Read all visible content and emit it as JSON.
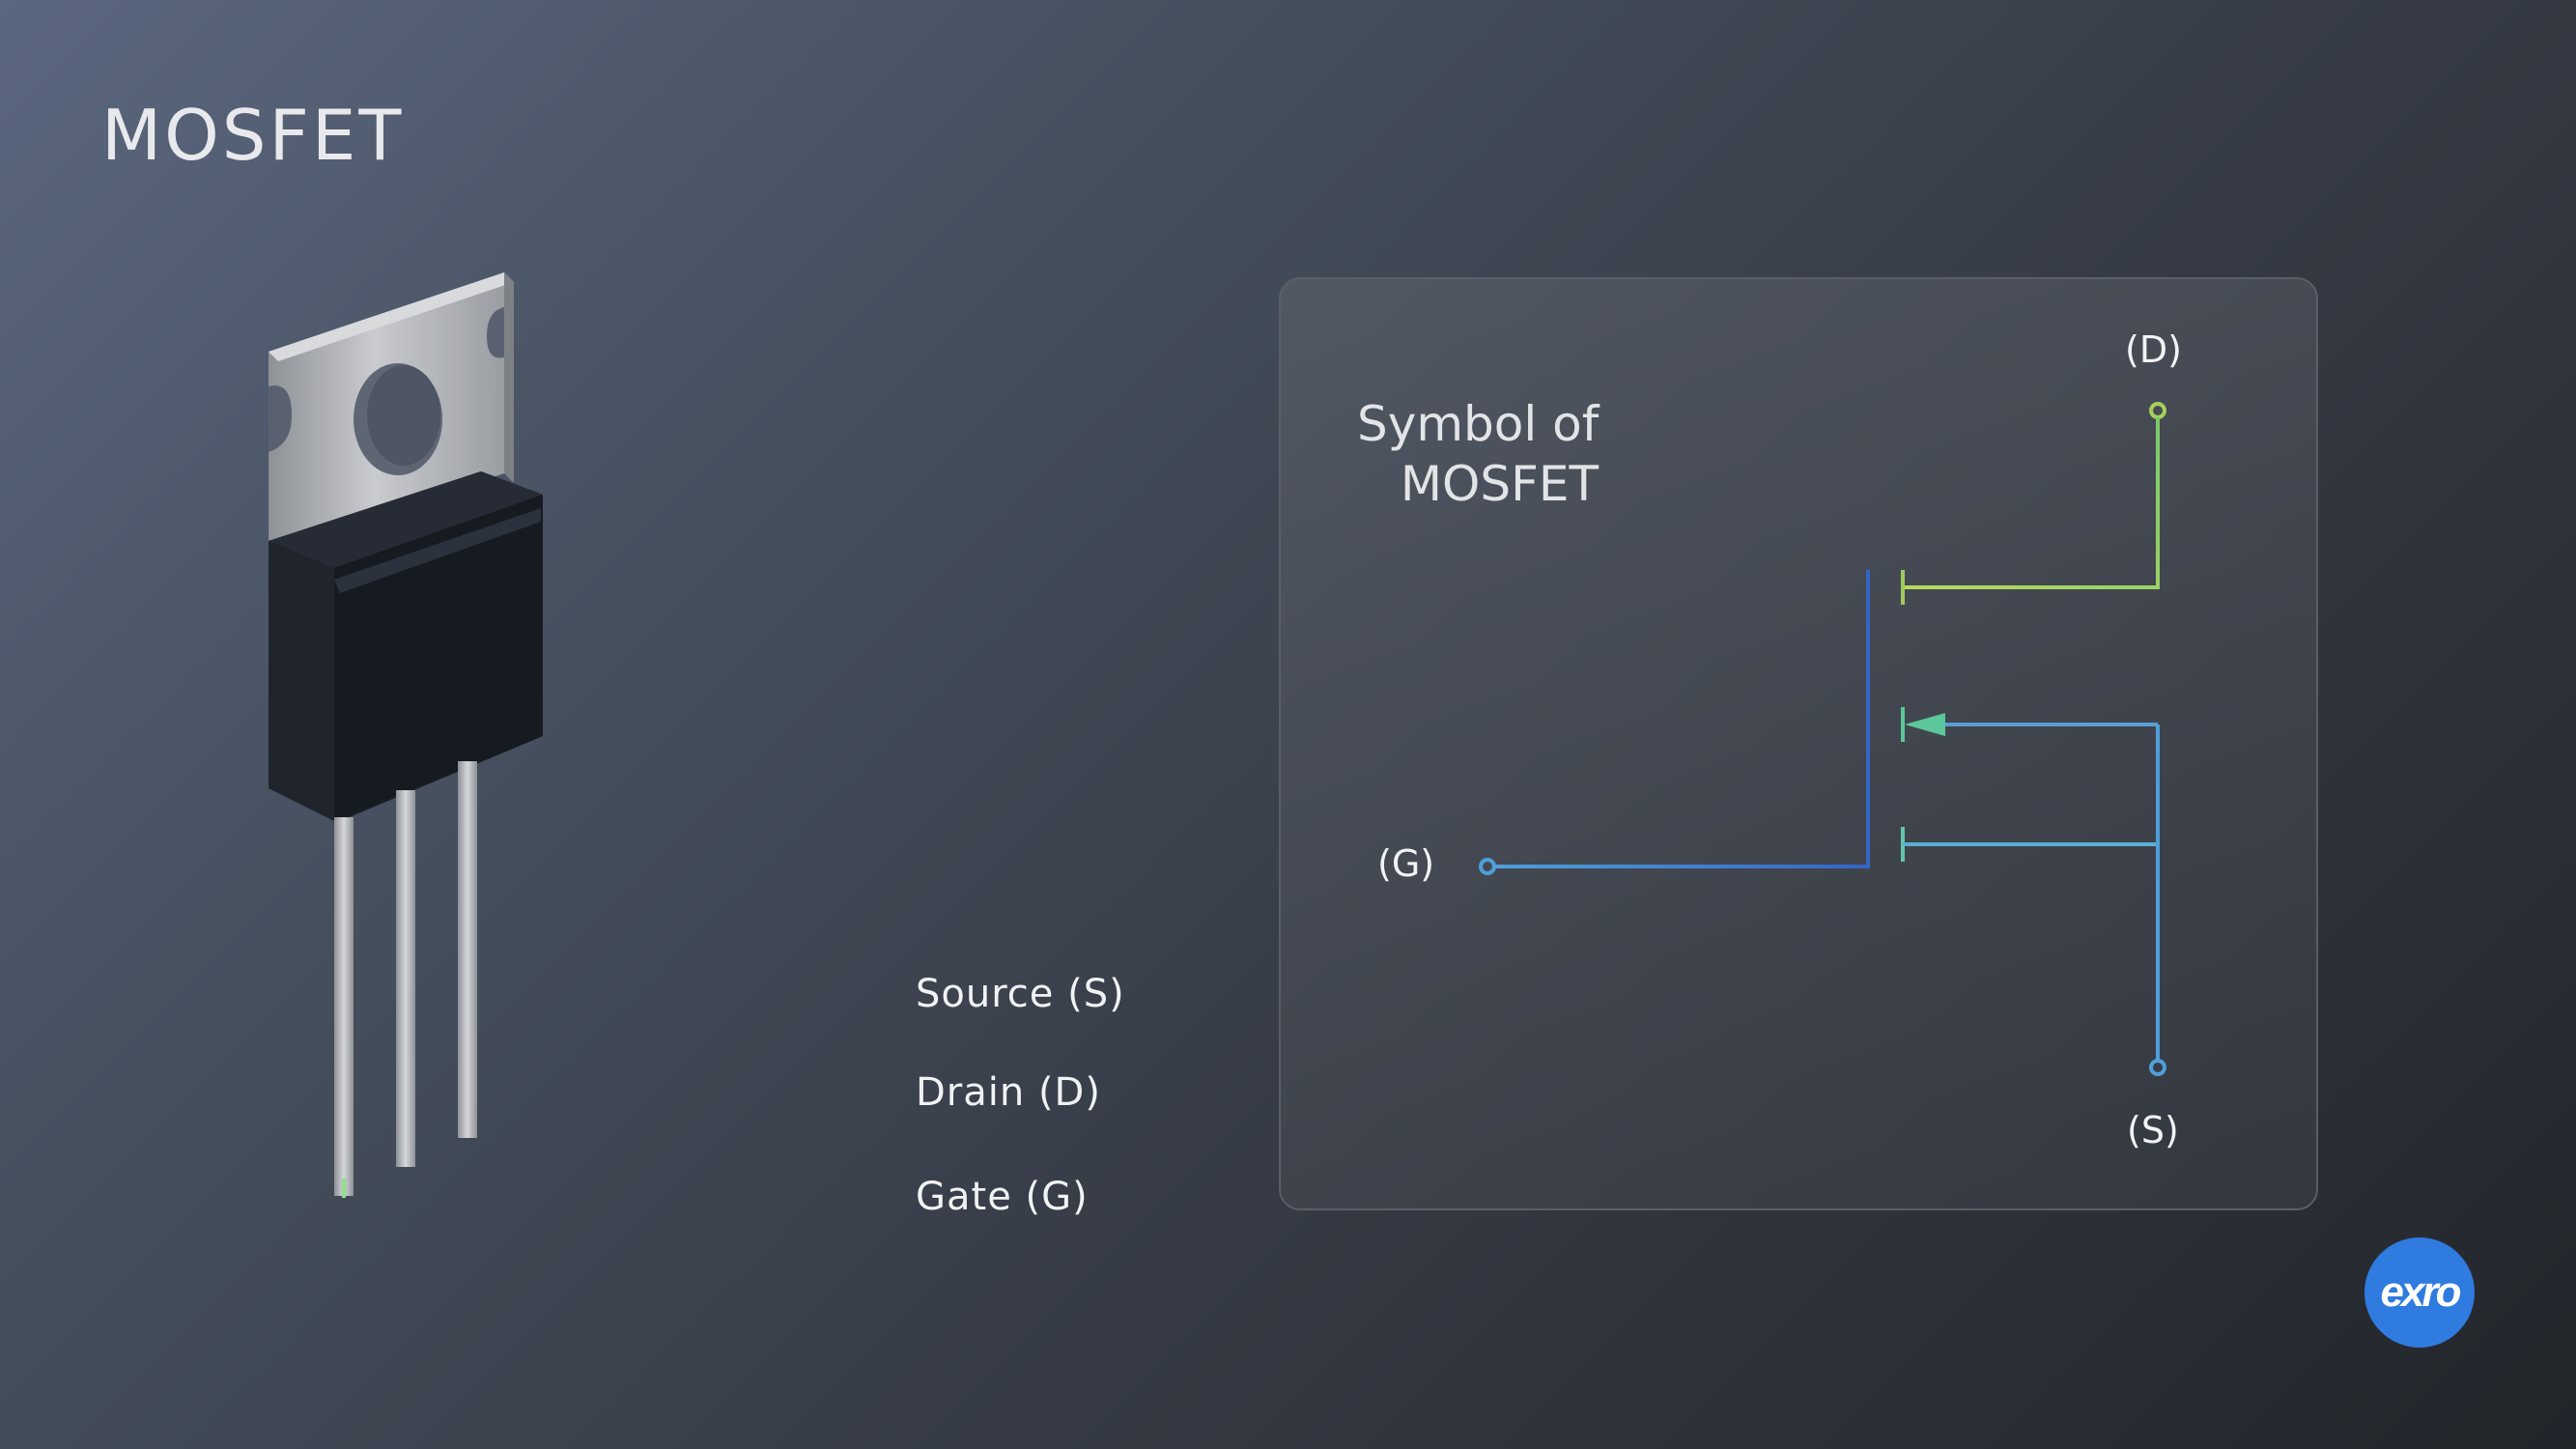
{
  "title": "MOSFET",
  "component": {
    "labels": {
      "source": "Source (S)",
      "drain": "Drain (D)",
      "gate": "Gate (G)"
    }
  },
  "symbol": {
    "title_line1": "Symbol of",
    "title_line2": "MOSFET",
    "terminals": {
      "drain": "(D)",
      "gate": "(G)",
      "source": "(S)"
    }
  },
  "logo": {
    "text": "exro"
  },
  "colors": {
    "source_line": "#4a90e2",
    "drain_line": "#a6d96a",
    "gate_line": "#56c9a8",
    "logo_bg": "#2f7be0"
  }
}
